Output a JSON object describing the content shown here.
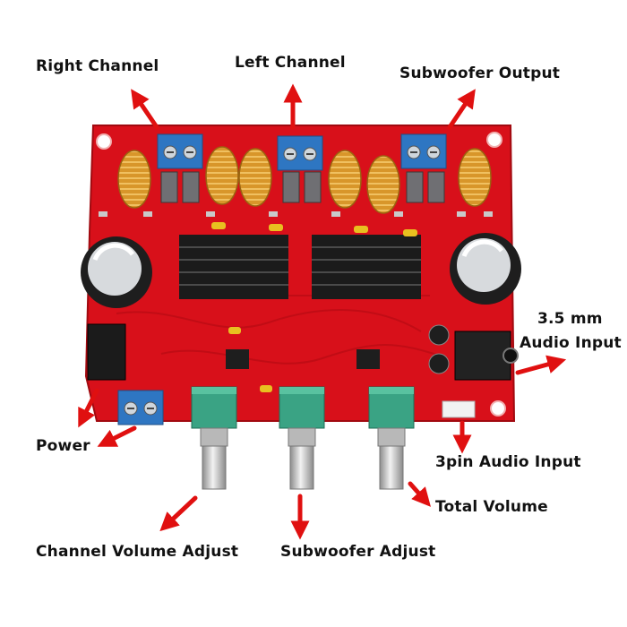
{
  "labels": {
    "right_channel": "Right Channel",
    "left_channel": "Left Channel",
    "subwoofer_output": "Subwoofer Output",
    "audio_35mm_line1": "3.5 mm",
    "audio_35mm_line2": "Audio Input",
    "power": "Power",
    "audio_3pin": "3pin Audio Input",
    "total_volume": "Total Volume",
    "channel_volume_adjust": "Channel Volume Adjust",
    "subwoofer_adjust": "Subwoofer Adjust"
  },
  "colors": {
    "board": "#d8101a",
    "board_edge": "#a10a10",
    "terminal": "#2e76c2",
    "heatsink": "#1b1b1b",
    "coil": "#d8962a",
    "pot_body": "#3aa384",
    "knob": "#c8c8c8",
    "arrow": "#e01010"
  }
}
